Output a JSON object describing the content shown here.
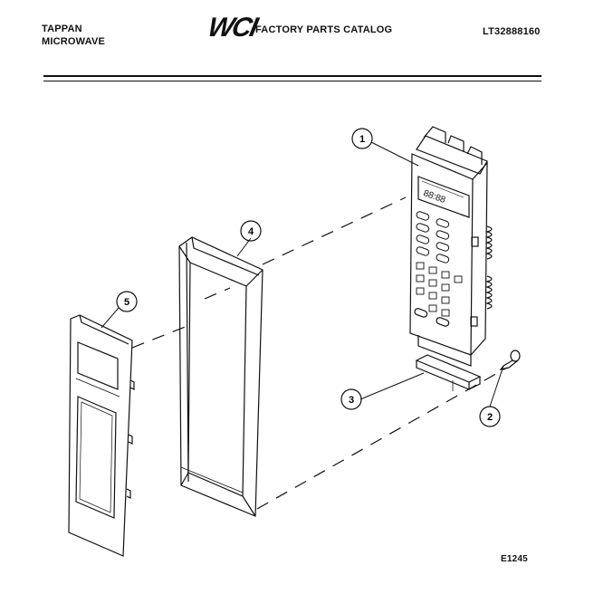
{
  "header": {
    "brand_line1": "TAPPAN",
    "brand_line2": "MICROWAVE",
    "logo_text": "WCI",
    "catalog_title": "FACTORY PARTS CATALOG",
    "model_number": "LT32888160"
  },
  "callouts": [
    "1",
    "2",
    "3",
    "4",
    "5"
  ],
  "footer": {
    "figure_code": "E1245"
  }
}
